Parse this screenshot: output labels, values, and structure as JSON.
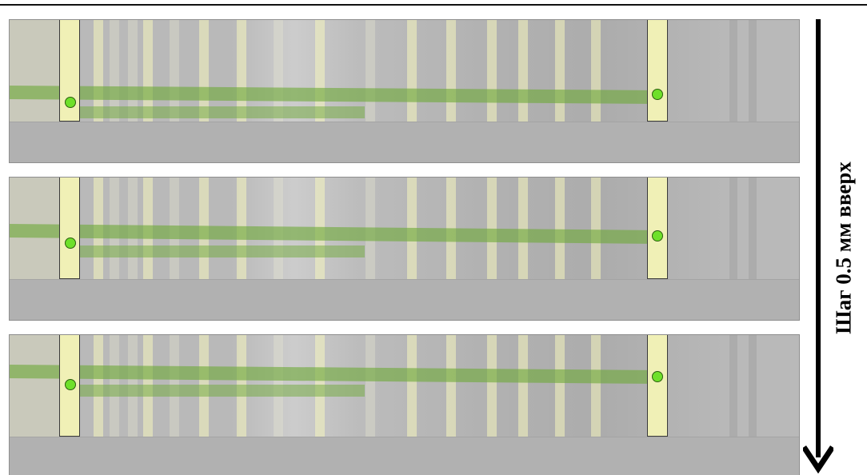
{
  "arrow": {
    "label": "Шаг 0.5 мм вверх",
    "direction": "down"
  },
  "panels": [
    {
      "id": "step-1"
    },
    {
      "id": "step-2"
    },
    {
      "id": "step-3"
    }
  ],
  "colors": {
    "background": "#b1b1b1",
    "post_fill": "#f0f0b6",
    "stripe": "#f6f6be",
    "beam": "#70aa3a",
    "node": "#6ee02a",
    "arrow": "#000000"
  }
}
